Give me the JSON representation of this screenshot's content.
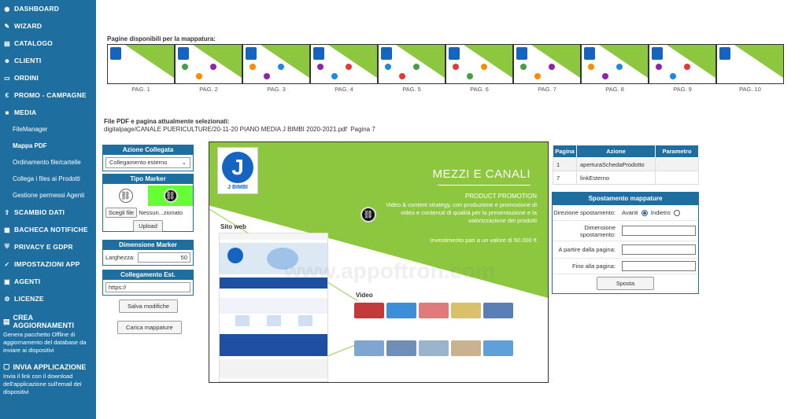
{
  "sidebar": {
    "items": [
      {
        "label": "DASHBOARD",
        "icon": "dashboard-icon",
        "glyph": "◉"
      },
      {
        "label": "WIZARD",
        "icon": "wand-icon",
        "glyph": "✎"
      },
      {
        "label": "CATALOGO",
        "icon": "book-icon",
        "glyph": "▤"
      },
      {
        "label": "CLIENTI",
        "icon": "users-icon",
        "glyph": "☻"
      },
      {
        "label": "ORDINI",
        "icon": "card-icon",
        "glyph": "▭"
      },
      {
        "label": "PROMO - CAMPAGNE",
        "icon": "euro-icon",
        "glyph": "€"
      },
      {
        "label": "MEDIA",
        "icon": "video-icon",
        "glyph": "■"
      }
    ],
    "media_sub": [
      "FileManager",
      "Mappa PDF",
      "Ordinamento file/cartelle",
      "Collega i files ai Prodotti",
      "Gestione permessi Agenti"
    ],
    "items2": [
      {
        "label": "SCAMBIO DATI",
        "icon": "upload-icon",
        "glyph": "⇧"
      },
      {
        "label": "BACHECA NOTIFICHE",
        "icon": "board-icon",
        "glyph": "▦"
      },
      {
        "label": "PRIVACY E GDPR",
        "icon": "shield-icon",
        "glyph": "⛨"
      },
      {
        "label": "IMPOSTAZIONI APP",
        "icon": "wrench-icon",
        "glyph": "✓"
      },
      {
        "label": "AGENTI",
        "icon": "user-icon",
        "glyph": "▣"
      },
      {
        "label": "LICENZE",
        "icon": "gear-icon",
        "glyph": "⚙"
      }
    ],
    "crea": {
      "title": "CREA AGGIORNAMENTI",
      "desc": "Genera pacchetto Offline di aggiornamento del database da inviare ai dispositivi"
    },
    "invia": {
      "title": "INVIA APPLICAZIONE",
      "desc": "Invia il link con il download dell'applicazione sull'email dei dispositivi"
    }
  },
  "pages_title": "Pagine disponibili per la mappatura:",
  "pages": [
    "PAG. 1",
    "PAG. 2",
    "PAG. 3",
    "PAG. 4",
    "PAG. 5",
    "PAG. 6",
    "PAG. 7",
    "PAG. 8",
    "PAG. 9",
    "PAG. 10"
  ],
  "file": {
    "title": "File PDF e pagina attualmente selezionati:",
    "path": "digitalpage/CANALE PUERICULTURE/20-11-20 PIANO MEDIA J BIMBI 2020-2021.pdf",
    "page": "Pagina 7"
  },
  "azione": {
    "header": "Azione Collegata",
    "selected": "Collegamento esterno"
  },
  "marker": {
    "header": "Tipo Marker",
    "choose_label": "Scegli file",
    "no_file": "Nessun...zionato",
    "upload_label": "Upload"
  },
  "dimensione": {
    "header": "Dimensione Marker",
    "label": "Larghezza:",
    "value": "50"
  },
  "collegamento": {
    "header": "Collegamento Est.",
    "value": "https://"
  },
  "buttons": {
    "save": "Salva modifiche",
    "load": "Carica mappature"
  },
  "preview": {
    "title": "MEZZI E CANALI",
    "subtitle": "PRODUCT PROMOTION",
    "desc": "Video & content strategy, con produzione e promozione di video e contenuti di qualità per la presentazione e la valorizzazione dei prodotti",
    "investimento": "Investimento pari a un valore di 50.000 €",
    "logo_text": "J BIMBI",
    "logo_letter": "J",
    "site_label": "Sito web",
    "video_label": "Video",
    "watermark": "www.appoftron.com"
  },
  "table": {
    "headers": [
      "Pagina",
      "Azione",
      "Parametro"
    ],
    "rows": [
      {
        "pagina": "1",
        "azione": "aperturaSchedaProdotto",
        "parametro": ""
      },
      {
        "pagina": "7",
        "azione": "linkEsterno",
        "parametro": ""
      }
    ]
  },
  "sposta": {
    "header": "Spostamento mappature",
    "direzione_label": "Direzione spostamento:",
    "avanti": "Avanti",
    "indietro": "Indietro",
    "dimensione_label": "Dimensione spostamento:",
    "partire_label": "A partire dalla pagina:",
    "fino_label": "Fino alla pagina:",
    "button": "Sposta"
  },
  "colors": {
    "sidebar": "#1e6f9f",
    "green": "#8dc63f",
    "marker_selected": "#66ff33",
    "brand_blue": "#1565c0"
  }
}
